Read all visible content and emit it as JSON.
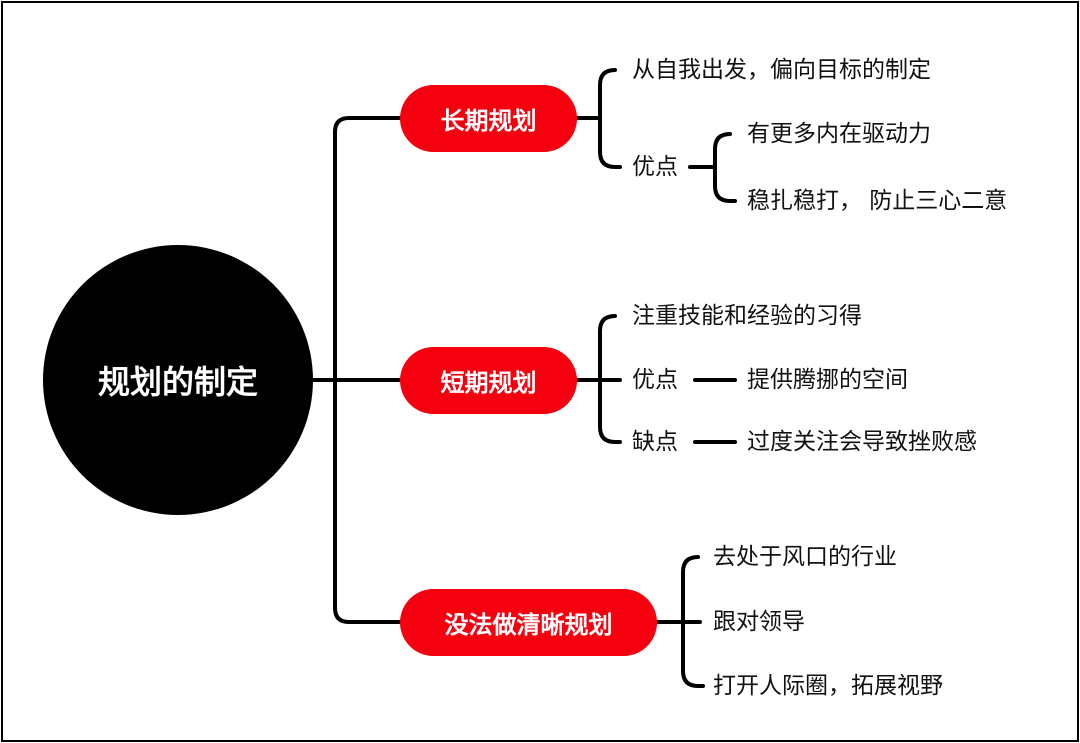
{
  "root": "规划的制定",
  "branches": [
    {
      "label": "长期规划",
      "items": [
        {
          "text": "从自我出发，偏向目标的制定"
        },
        {
          "text": "优点",
          "children": [
            "有更多内在驱动力",
            "稳扎稳打， 防止三心二意"
          ]
        }
      ]
    },
    {
      "label": "短期规划",
      "items": [
        {
          "text": "注重技能和经验的习得"
        },
        {
          "text": "优点",
          "children": [
            "提供腾挪的空间"
          ]
        },
        {
          "text": "缺点",
          "children": [
            "过度关注会导致挫败感"
          ]
        }
      ]
    },
    {
      "label": "没法做清晰规划",
      "items": [
        {
          "text": "去处于风口的行业"
        },
        {
          "text": "跟对领导"
        },
        {
          "text": "打开人际圈，拓展视野"
        }
      ]
    }
  ],
  "colors": {
    "accent": "#f5000f",
    "root": "#000000"
  }
}
